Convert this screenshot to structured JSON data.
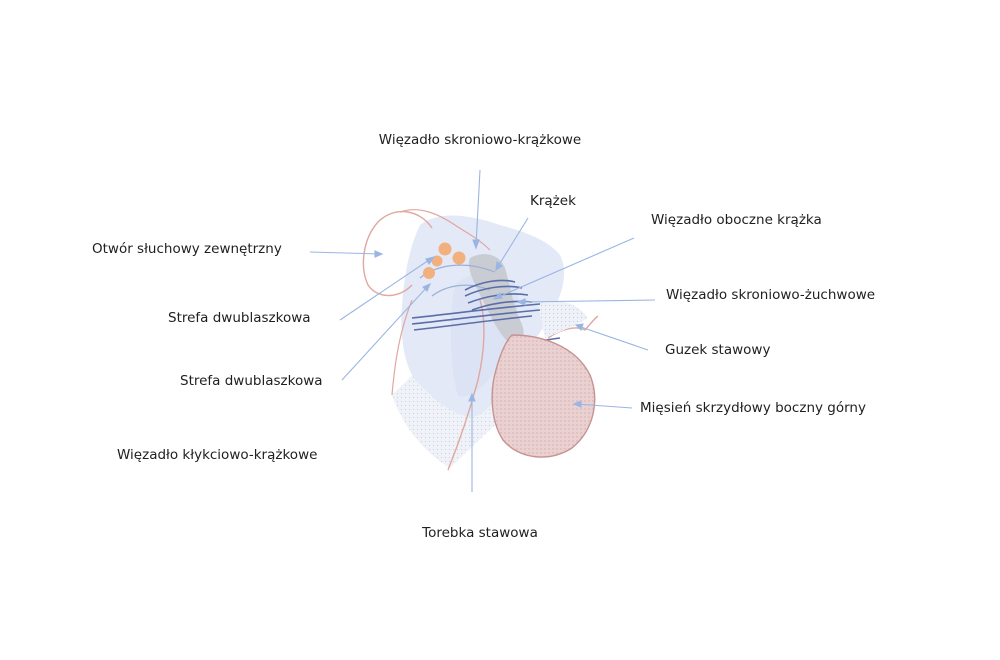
{
  "labels": {
    "temporodiscal": "Więzadło skroniowo-krążkowe",
    "disc": "Krążek",
    "lateral_disc_ligament": "Więzadło oboczne krążka",
    "external_acoustic": "Otwór słuchowy zewnętrzny",
    "bilaminar_1": "Strefa dwublaszkowa",
    "temporomandibular": "Więzadło skroniowo-żuchwowe",
    "articular_tubercle": "Guzek stawowy",
    "bilaminar_2": "Strefa dwublaszkowa",
    "lateral_pterygoid": "Mięsień skrzydłowy boczny górny",
    "condylodiscal": "Więzadło kłykciowo-krążkowe",
    "capsule": "Torebka stawowa"
  },
  "colors": {
    "leader": "#9bb5e3",
    "capsule_fill": "#e3e9f7",
    "disc_fill": "#c9ccd3",
    "muscle_fill": "#ead1d1",
    "muscle_stroke": "#c69393",
    "ligament_stroke": "#5a6ea8",
    "bone_outline": "#e0a7a0",
    "dots": "#f2b07e",
    "text": "#1f1f1f"
  }
}
